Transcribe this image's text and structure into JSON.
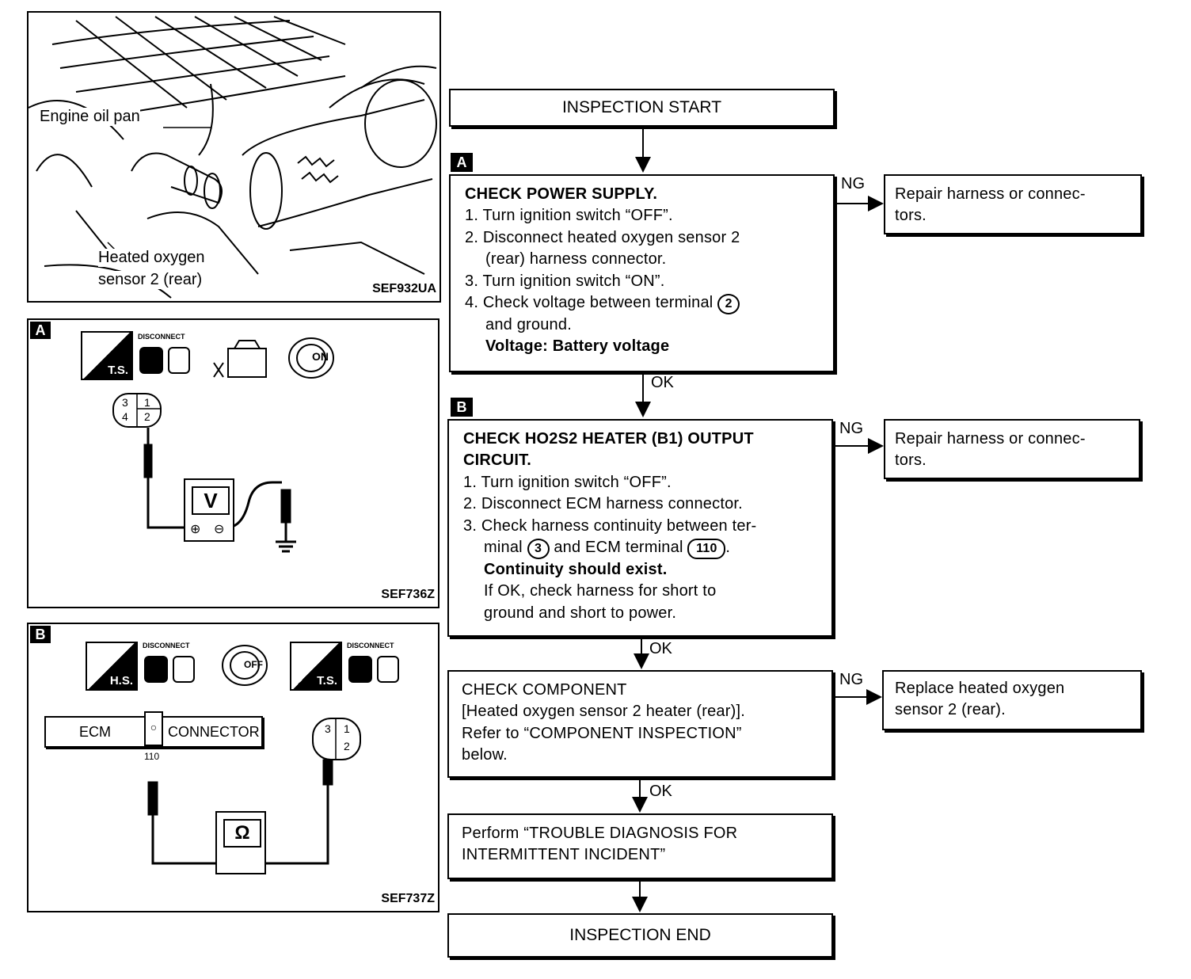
{
  "photo": {
    "engine_oil_pan": "Engine oil pan",
    "sensor_label_line1": "Heated oxygen",
    "sensor_label_line2": "sensor 2 (rear)",
    "figure_code": "SEF932UA"
  },
  "diagram_a": {
    "tag": "A",
    "icon_ts": "T.S.",
    "icon_disconnect": "DISCONNECT",
    "icon_on": "ON",
    "pins": [
      "3",
      "1",
      "4",
      "2"
    ],
    "meter": "V",
    "figure_code": "SEF736Z"
  },
  "diagram_b": {
    "tag": "B",
    "icon_hs": "H.S.",
    "icon_disconnect": "DISCONNECT",
    "icon_off": "OFF",
    "icon_ts": "T.S.",
    "icon_disconnect_2": "DISCONNECT",
    "ecm": "ECM",
    "connector": "CONNECTOR",
    "terminal": "110",
    "pins": [
      "3",
      "1",
      "2"
    ],
    "meter": "Ω",
    "figure_code": "SEF737Z"
  },
  "flow": {
    "start": "INSPECTION START",
    "step_a": {
      "tag": "A",
      "title": "CHECK POWER SUPPLY.",
      "line1": "1. Turn ignition switch “OFF”.",
      "line2": "2. Disconnect heated oxygen sensor 2",
      "line2b": "(rear) harness connector.",
      "line3": "3. Turn ignition switch “ON”.",
      "line4": "4. Check voltage between terminal",
      "line4_terminal": "2",
      "line4b": "and ground.",
      "spec": "Voltage: Battery voltage"
    },
    "step_b": {
      "tag": "B",
      "title": "CHECK HO2S2 HEATER (B1) OUTPUT",
      "title2": "CIRCUIT.",
      "line1": "1. Turn ignition switch “OFF”.",
      "line2": "2. Disconnect ECM harness connector.",
      "line3": "3. Check harness continuity between ter-",
      "line3b_pre": "minal",
      "line3b_t1": "3",
      "line3b_mid": "and ECM terminal",
      "line3b_t2": "110",
      "line3b_post": ".",
      "spec": "Continuity should exist.",
      "note1": "If OK, check harness for short to",
      "note2": "ground and short to power."
    },
    "step_c": {
      "line1": "CHECK COMPONENT",
      "line2": "[Heated oxygen sensor 2 heater (rear)].",
      "line3": "Refer to “COMPONENT INSPECTION”",
      "line4": "below."
    },
    "step_d": {
      "line1": "Perform “TROUBLE DIAGNOSIS FOR",
      "line2": "INTERMITTENT INCIDENT”"
    },
    "end": "INSPECTION END",
    "ng_label": "NG",
    "ok_label": "OK",
    "ng_a": {
      "line1": "Repair harness or connec-",
      "line2": "tors."
    },
    "ng_b": {
      "line1": "Repair harness or connec-",
      "line2": "tors."
    },
    "ng_c": {
      "line1": "Replace heated oxygen",
      "line2": "sensor 2 (rear)."
    }
  }
}
